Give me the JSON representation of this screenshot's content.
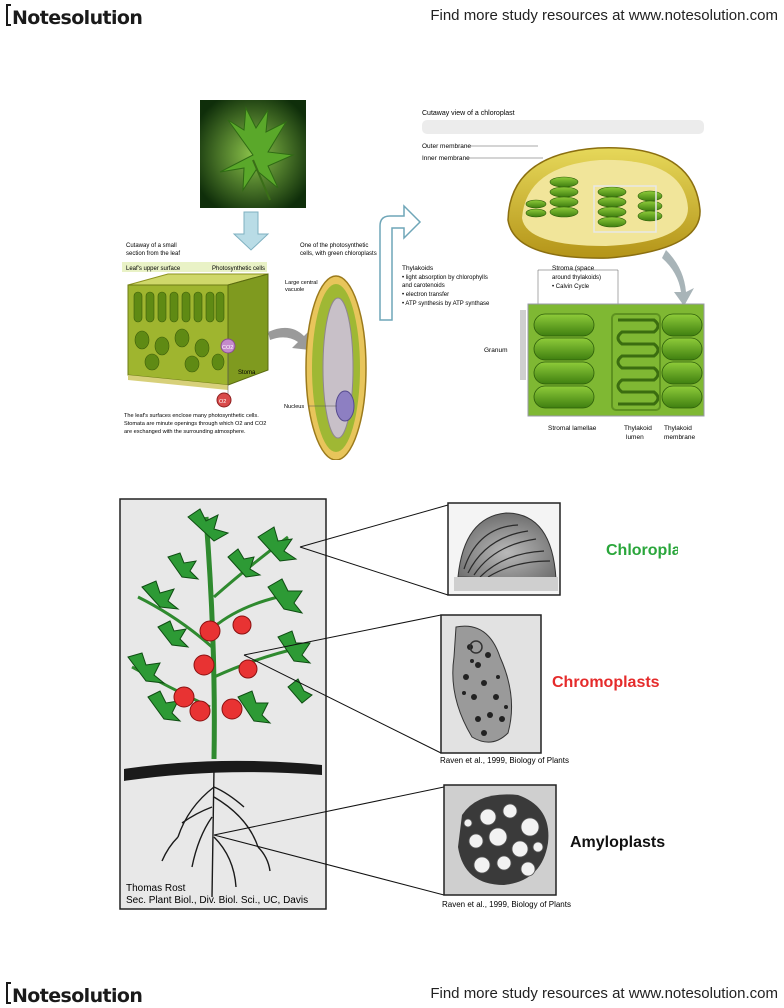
{
  "header": {
    "logo": "Notesolution",
    "tagline": "Find more study resources at www.notesolution.com"
  },
  "footer": {
    "logo": "Notesolution",
    "tagline": "Find more study resources at www.notesolution.com"
  },
  "top_figure": {
    "chloroplast_title": "Cutaway view of a chloroplast",
    "outer_membrane": "Outer membrane",
    "inner_membrane": "Inner membrane",
    "leaf_section": [
      "Cutaway of a small",
      "section from the leaf"
    ],
    "leaf_upper": "Leaf's upper surface",
    "photosynthetic_cells": "Photosynthetic cells",
    "cell_title": [
      "One of the photosynthetic",
      "cells, with green chloroplasts"
    ],
    "vacuole": [
      "Large central",
      "vacuole"
    ],
    "co2": "CO2",
    "o2": "O2",
    "stoma": "Stoma",
    "nucleus": "Nucleus",
    "leaf_caption": [
      "The leaf's surfaces enclose many photosynthetic cells.",
      "Stomata are minute openings through which O2 and CO2",
      "are exchanged with the surrounding atmosphere."
    ],
    "thylakoids": [
      "Thylakoids",
      "• light absorption by chlorophylls",
      "  and carotenoids",
      "• electron transfer",
      "• ATP synthesis by ATP synthase"
    ],
    "stroma": [
      "Stroma (space",
      "around thylakoids)",
      "• Calvin Cycle"
    ],
    "granum": "Granum",
    "stromal_lamellae": "Stromal lamellae",
    "thylakoid_lumen": [
      "Thylakoid",
      "lumen"
    ],
    "thylakoid_membrane": [
      "Thylakoid",
      "membrane"
    ]
  },
  "bottom_figure": {
    "credit_plant": [
      "Thomas Rost",
      "Sec. Plant Biol., Div. Biol. Sci., UC, Davis"
    ],
    "credit_raven_1": "Raven et al., 1999, Biology of Plants",
    "credit_raven_2": "Raven et al., 1999, Biology of Plants",
    "chloroplasts": "Chloroplasts",
    "chromoplasts": "Chromoplasts",
    "amyloplasts": "Amyloplasts",
    "colors": {
      "chloroplasts": "#2aa63b",
      "chromoplasts": "#e52b2b",
      "amyloplasts": "#111111"
    }
  }
}
